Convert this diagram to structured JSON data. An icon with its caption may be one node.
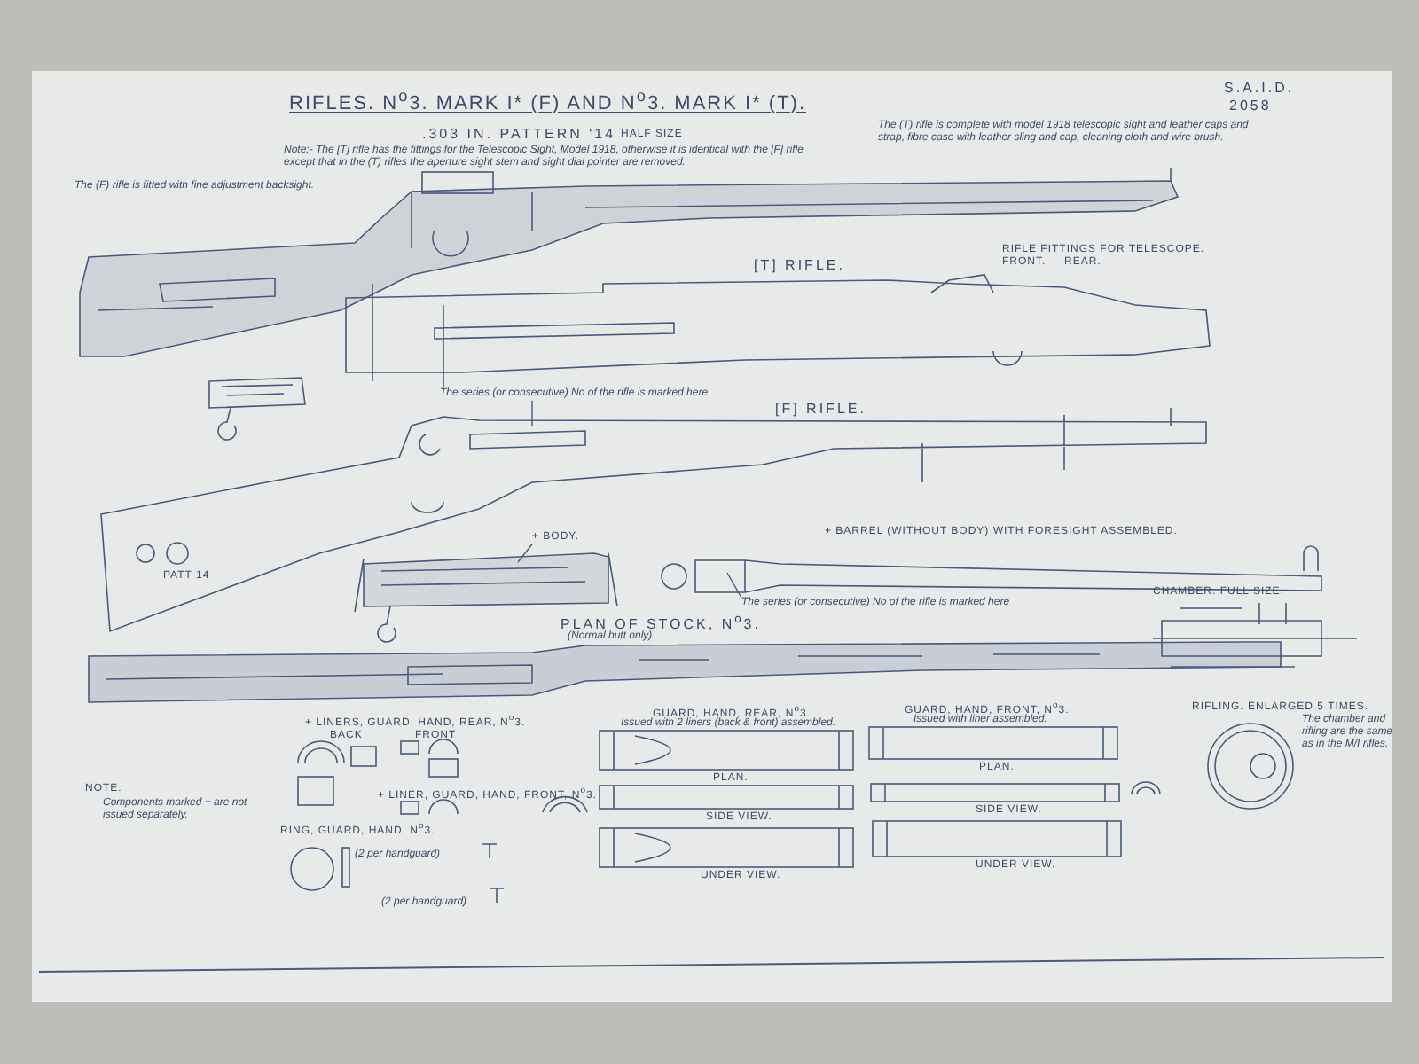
{
  "diagram": {
    "title": "RIFLES. N$^{o}$3. MARK I* (F) AND N$^{o}$3. MARK I* (T).",
    "nodes": [
      {
        "text": [
          "The series (or consecutive) No of the rifle is marked here"
        ]
      },
      {
        "text": [
          "The series (or consecutive) No of the rifle is marked here"
        ]
      },
      {
        "text": [
          "+ BODY."
        ]
      }
    ],
    "edges": [
      {
        "from": 0,
        "to": null,
        "arrow": "none"
      },
      {
        "from": 1,
        "to": null,
        "arrow": "none"
      },
      {
        "from": 2,
        "to": null,
        "arrow": "none"
      }
    ],
    "labels": [
      ".303 IN. PATTERN '14",
      "HALF SIZE",
      "S.A.I.D.",
      "2058",
      "Note:- The [T] rifle has the fittings for the Telescopic Sight, Model 1918, otherwise it is identical with the [F] rifle except that in the (T) rifles the aperture sight stem and sight dial pointer are removed.",
      "The (F) rifle is fitted with fine adjustment backsight.",
      "The (T) rifle is complete with model 1918 telescopic sight and leather caps and strap, fibre case with leather sling and cap, cleaning cloth and wire brush.",
      "[T] RIFLE.",
      "RIFLE FITTINGS FOR TELESCOPE.",
      "FRONT.",
      "REAR.",
      "[F] RIFLE.",
      "PATT 14",
      "+ BARREL (WITHOUT BODY) WITH FORESIGHT ASSEMBLED.",
      "PLAN OF STOCK, N$^{o}$3.",
      "(Normal butt only)",
      "CHAMBER. FULL SIZE.",
      "RIFLING. ENLARGED 5 TIMES.",
      "The chamber and rifling are the same as in the M/I rifles.",
      "+ LINERS, GUARD, HAND, REAR, N$^{o}$3.",
      "BACK",
      "FRONT",
      "NOTE.",
      "Components marked + are not issued separately.",
      "+ LINER, GUARD, HAND, FRONT, N$^{o}$3.",
      "RING, GUARD, HAND, N$^{o}$3.",
      "(2 per handguard)",
      "(2 per handguard)",
      "GUARD, HAND, REAR, N$^{o}$3.",
      "Issued with 2 liners (back & front) assembled.",
      "GUARD, HAND, FRONT, N$^{o}$3.",
      "Issued with liner assembled.",
      "PLAN.",
      "SIDE VIEW.",
      "UNDER VIEW.",
      "PLAN.",
      "SIDE VIEW.",
      "UNDER VIEW."
    ]
  }
}
